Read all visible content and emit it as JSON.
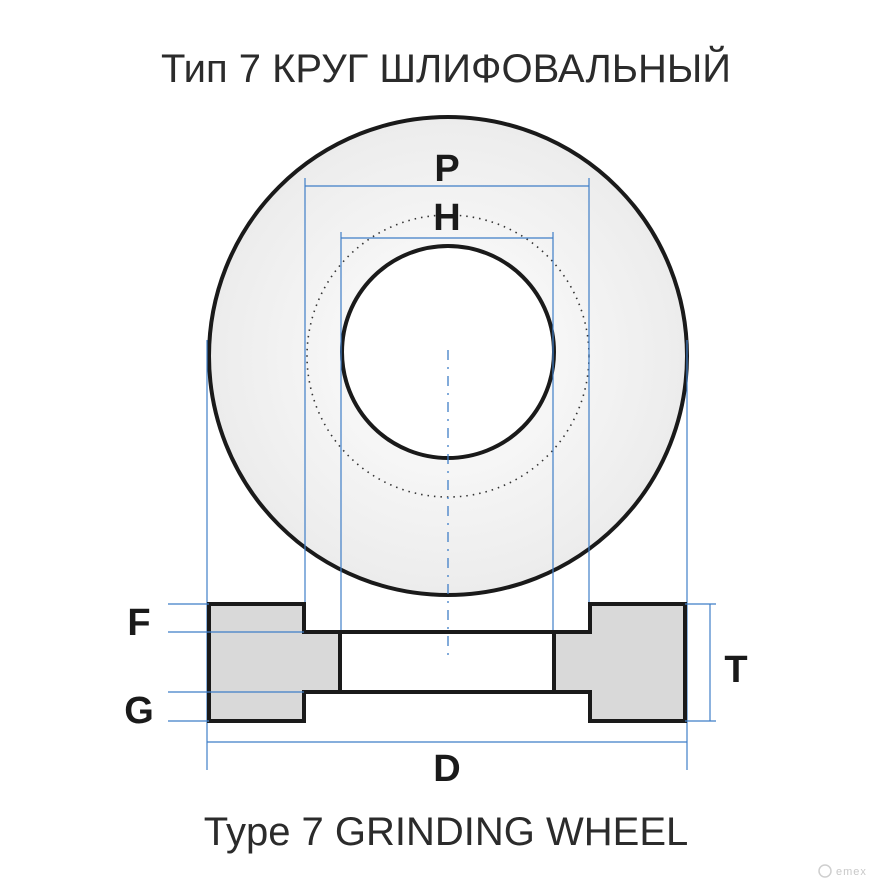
{
  "title_ru": "Тип 7  КРУГ ШЛИФОВАЛЬНЫЙ",
  "title_en": "Type 7  GRINDING WHEEL",
  "labels": {
    "P": "P",
    "H": "H",
    "F": "F",
    "G": "G",
    "T": "T",
    "D": "D"
  },
  "watermark": "emex",
  "colors": {
    "outline": "#1a1a1a",
    "dimension": "#3f7ec7",
    "section_fill": "#d9d9d9",
    "face_fill": "#f4f4f4"
  }
}
